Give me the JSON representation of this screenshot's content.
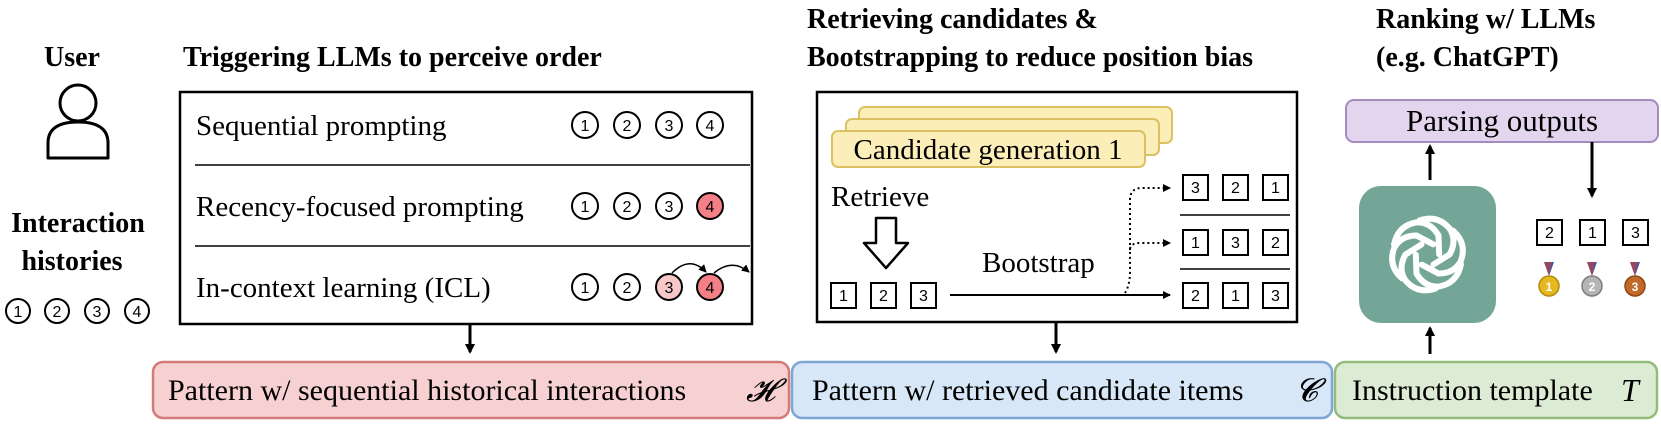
{
  "user": {
    "title": "User",
    "interaction_label_line1": "Interaction",
    "interaction_label_line2": "histories",
    "items": [
      "1",
      "2",
      "3",
      "4"
    ]
  },
  "order_section": {
    "title": "Triggering LLMs to perceive order",
    "rows": [
      {
        "label": "Sequential prompting",
        "items": [
          "1",
          "2",
          "3",
          "4"
        ]
      },
      {
        "label": "Recency-focused prompting",
        "items": [
          "1",
          "2",
          "3",
          "4"
        ]
      },
      {
        "label": "In-context learning (ICL)",
        "items": [
          "1",
          "2",
          "3",
          "4"
        ]
      }
    ],
    "colors": {
      "highlight": "#f47f86",
      "light_highlight": "#f8c7c7"
    }
  },
  "retrieve_section": {
    "title_line1": "Retrieving candidates &",
    "title_line2": "Bootstrapping to reduce position bias",
    "candidate_label": "Candidate generation 1",
    "retrieve_label": "Retrieve",
    "bootstrap_label": "Bootstrap",
    "retrieved_items": [
      "1",
      "2",
      "3"
    ],
    "bootstrap_rows": [
      [
        "3",
        "2",
        "1"
      ],
      [
        "1",
        "3",
        "2"
      ],
      [
        "2",
        "1",
        "3"
      ]
    ],
    "colors": {
      "candidate_fill": "#fbeeb8",
      "candidate_stroke": "#dcc162"
    }
  },
  "ranking_section": {
    "title_line1": "Ranking w/ LLMs",
    "title_line2": "(e.g. ChatGPT)",
    "parsing_label": "Parsing outputs",
    "ranked_items": [
      "2",
      "1",
      "3"
    ],
    "medals": [
      "gold-medal-icon",
      "silver-medal-icon",
      "bronze-medal-icon"
    ],
    "colors": {
      "parsing_fill": "#e4d5ee",
      "parsing_stroke": "#a58bbd",
      "logo_bg": "#73a697"
    }
  },
  "patterns": [
    {
      "text": "Pattern w/ sequential historical interactions",
      "symbol": "𝓗",
      "fill": "#f7d1d1",
      "stroke": "#d37a7a"
    },
    {
      "text": "Pattern w/ retrieved candidate items",
      "symbol": "𝓒",
      "fill": "#d8e7f8",
      "stroke": "#7fa6d3"
    },
    {
      "text": "Instruction template",
      "symbol": "T",
      "fill": "#dcebd3",
      "stroke": "#92bb7c"
    }
  ]
}
